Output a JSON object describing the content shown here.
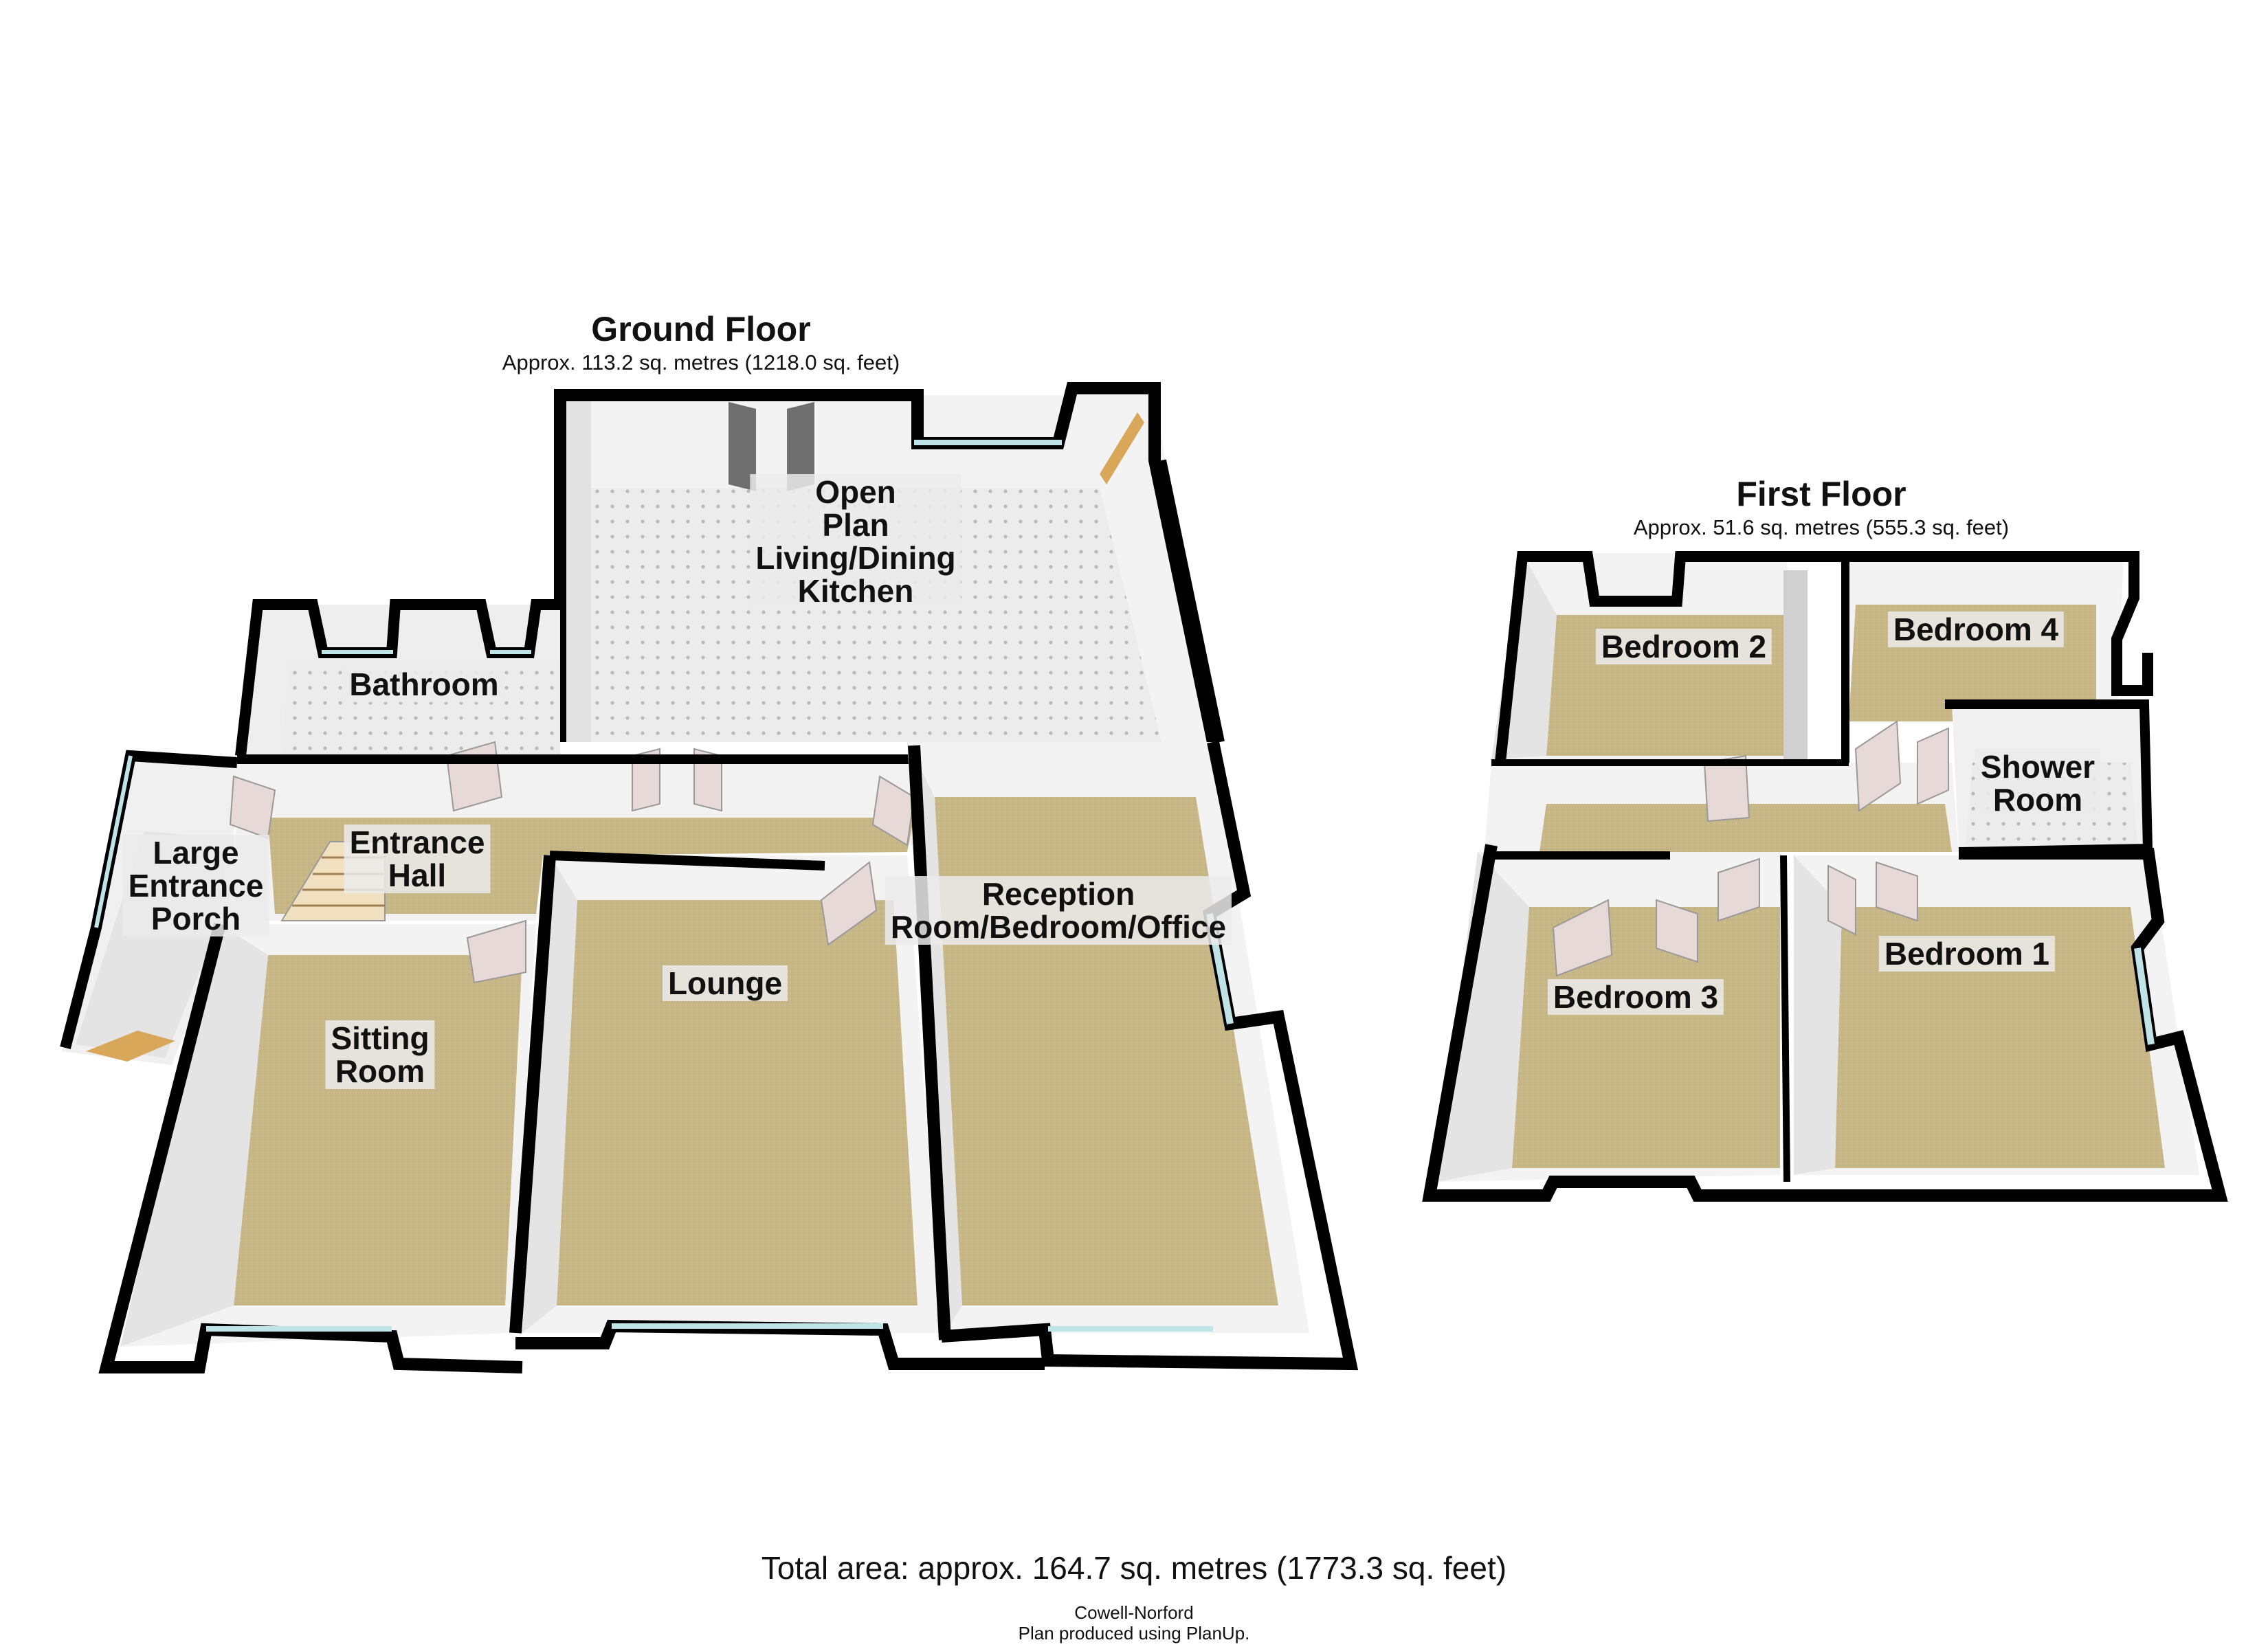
{
  "ground_floor": {
    "title": "Ground Floor",
    "area": "Approx. 113.2 sq. metres (1218.0 sq. feet)",
    "rooms": [
      {
        "name": "Open\nPlan\nLiving/Dining\nKitchen"
      },
      {
        "name": "Bathroom"
      },
      {
        "name": "Large\nEntrance\nPorch"
      },
      {
        "name": "Entrance\nHall"
      },
      {
        "name": "Sitting\nRoom"
      },
      {
        "name": "Lounge"
      },
      {
        "name": "Reception\nRoom/Bedroom/Office"
      }
    ]
  },
  "first_floor": {
    "title": "First Floor",
    "area": "Approx. 51.6 sq. metres (555.3 sq. feet)",
    "rooms": [
      {
        "name": "Bedroom 2"
      },
      {
        "name": "Bedroom 4"
      },
      {
        "name": "Shower\nRoom"
      },
      {
        "name": "Bedroom 3"
      },
      {
        "name": "Bedroom 1"
      }
    ]
  },
  "total_area": "Total area: approx. 164.7 sq. metres (1773.3 sq. feet)",
  "credit_agent": "Cowell-Norford",
  "credit_tool": "Plan produced using PlanUp.",
  "colors": {
    "wall": "#000000",
    "wall_face": "#f2f2f2",
    "carpet": "#c9b98a",
    "tile": "#e9e9e9",
    "window": "#bfe3e6",
    "door": "#e8d9d9",
    "stairs": "#d9a75a"
  }
}
